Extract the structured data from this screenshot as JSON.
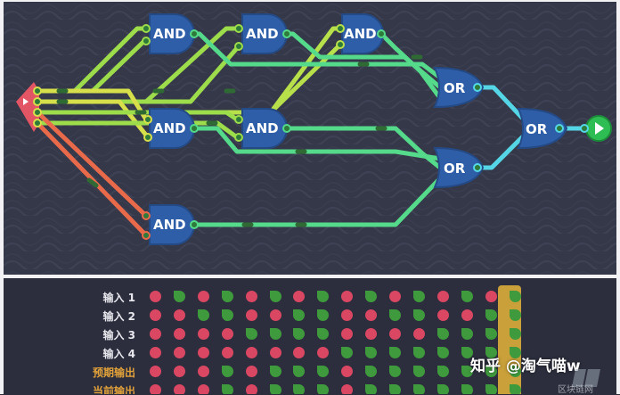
{
  "gates": [
    {
      "type": "AND",
      "label": "AND"
    },
    {
      "type": "AND",
      "label": "AND"
    },
    {
      "type": "AND",
      "label": "AND"
    },
    {
      "type": "AND",
      "label": "AND"
    },
    {
      "type": "AND",
      "label": "AND"
    },
    {
      "type": "AND",
      "label": "AND"
    },
    {
      "type": "OR",
      "label": "OR"
    },
    {
      "type": "OR",
      "label": "OR"
    },
    {
      "type": "OR",
      "label": "OR"
    }
  ],
  "truth_table": {
    "rows": [
      {
        "label": "输入 1",
        "color": "white",
        "values": [
          1,
          0,
          1,
          0,
          1,
          0,
          1,
          0,
          1,
          0,
          1,
          0,
          1,
          0,
          1,
          0
        ]
      },
      {
        "label": "输入 2",
        "color": "white",
        "values": [
          1,
          1,
          0,
          0,
          1,
          1,
          0,
          0,
          1,
          1,
          0,
          0,
          1,
          1,
          0,
          0
        ]
      },
      {
        "label": "输入 3",
        "color": "white",
        "values": [
          1,
          1,
          1,
          1,
          0,
          0,
          0,
          0,
          1,
          1,
          1,
          1,
          0,
          0,
          0,
          0
        ]
      },
      {
        "label": "输入 4",
        "color": "white",
        "values": [
          1,
          1,
          1,
          1,
          1,
          1,
          1,
          1,
          0,
          0,
          0,
          0,
          0,
          0,
          0,
          0
        ]
      },
      {
        "label": "预期输出",
        "color": "orange",
        "values": [
          1,
          1,
          1,
          0,
          1,
          0,
          0,
          0,
          1,
          0,
          0,
          0,
          0,
          0,
          0,
          0
        ]
      },
      {
        "label": "当前输出",
        "color": "orange",
        "values": [
          1,
          1,
          1,
          0,
          1,
          0,
          0,
          0,
          1,
          0,
          0,
          0,
          0,
          0,
          0,
          0
        ]
      }
    ]
  },
  "colors": {
    "on": "#d94763",
    "off": "#3f9a3d",
    "board": "#353848",
    "highlight": "#c9a03a"
  },
  "watermark": {
    "text": "知乎 @淘气喵w",
    "small": "区块链网"
  }
}
